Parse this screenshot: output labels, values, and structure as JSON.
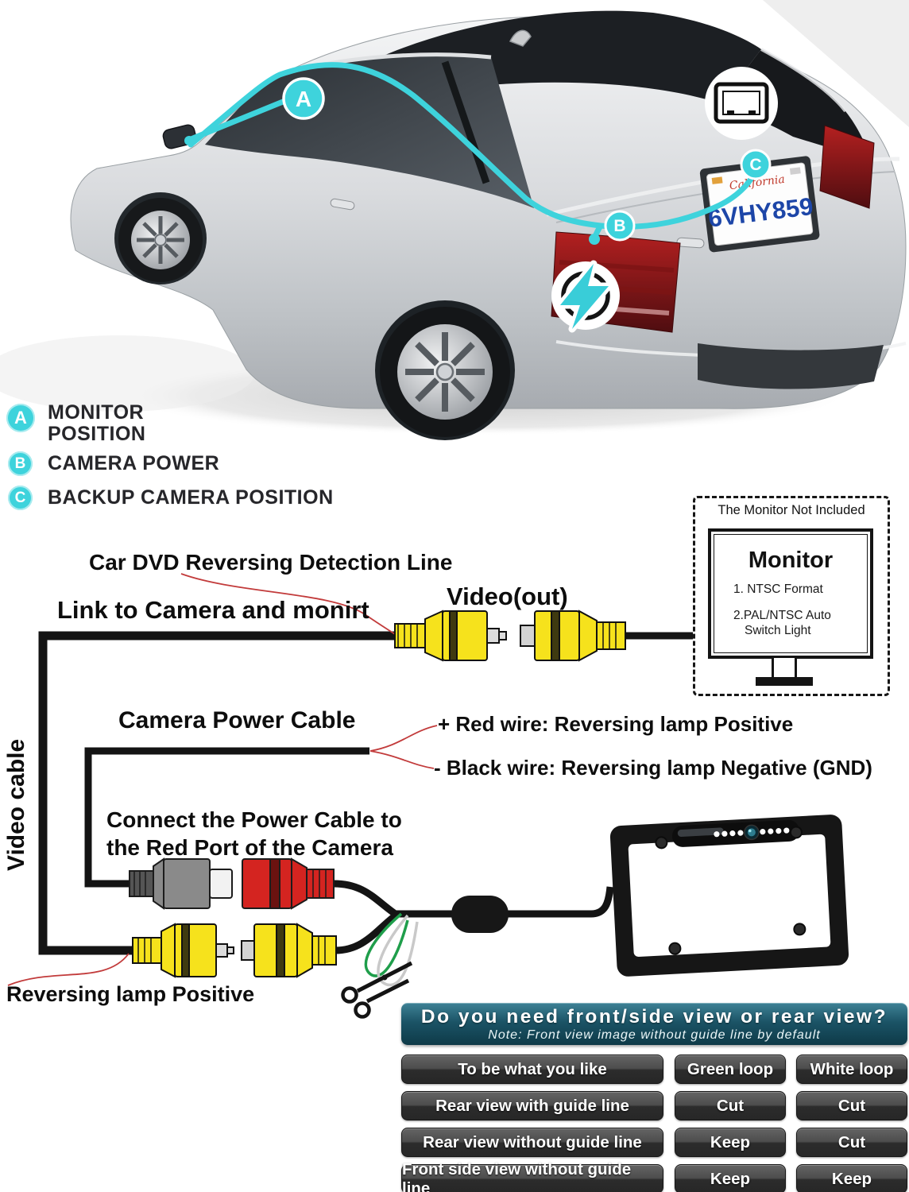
{
  "car_scene": {
    "plate_text": "6VHY859",
    "plate_state": "California",
    "markers": {
      "a": "A",
      "b": "B",
      "c": "C"
    }
  },
  "legend": {
    "items": [
      {
        "letter": "A",
        "line1": "MONITOR",
        "line2": "POSITION"
      },
      {
        "letter": "B",
        "line1": "CAMERA POWER",
        "line2": ""
      },
      {
        "letter": "C",
        "line1": "BACKUP CAMERA POSITION",
        "line2": ""
      }
    ]
  },
  "diagram": {
    "car_dvd_prefix": "Car DVD ",
    "detection_line": "Reversing Detection Line",
    "link_label": "Link to Camera and monirt",
    "video_out": "Video(out)",
    "video_cable": "Video cable",
    "camera_power_cable": "Camera Power Cable",
    "red_wire": "+ Red wire: Reversing lamp Positive",
    "black_wire": "- Black wire: Reversing lamp Negative (GND)",
    "connect_line1": "Connect the Power Cable to",
    "connect_line2": "the Red Port of the Camera",
    "reversing_lamp": "Reversing lamp Positive"
  },
  "monitor_box": {
    "note": "The Monitor Not Included",
    "title": "Monitor",
    "item1": "1. NTSC Format",
    "item2a": "2.PAL/NTSC Auto",
    "item2b": "Switch Light"
  },
  "table": {
    "title": "Do you need front/side view or rear view?",
    "note": "Note: Front view image without guide line by default",
    "rows": [
      [
        "To be what you like",
        "Green loop",
        "White loop"
      ],
      [
        "Rear view with guide line",
        "Cut",
        "Cut"
      ],
      [
        "Rear view without guide line",
        "Keep",
        "Cut"
      ],
      [
        "Front side view without guide line",
        "Keep",
        "Keep"
      ]
    ]
  },
  "colors": {
    "accent_cyan": "#3ed3dc",
    "rca_yellow": "#f6e21c",
    "connector_red": "#d42420",
    "connector_gray": "#8a8a8a",
    "wire_green": "#1f9e4b",
    "wire_white": "#d9d9d9",
    "table_header_teal": "#1b5365",
    "tail_light_red": "#a51818"
  }
}
